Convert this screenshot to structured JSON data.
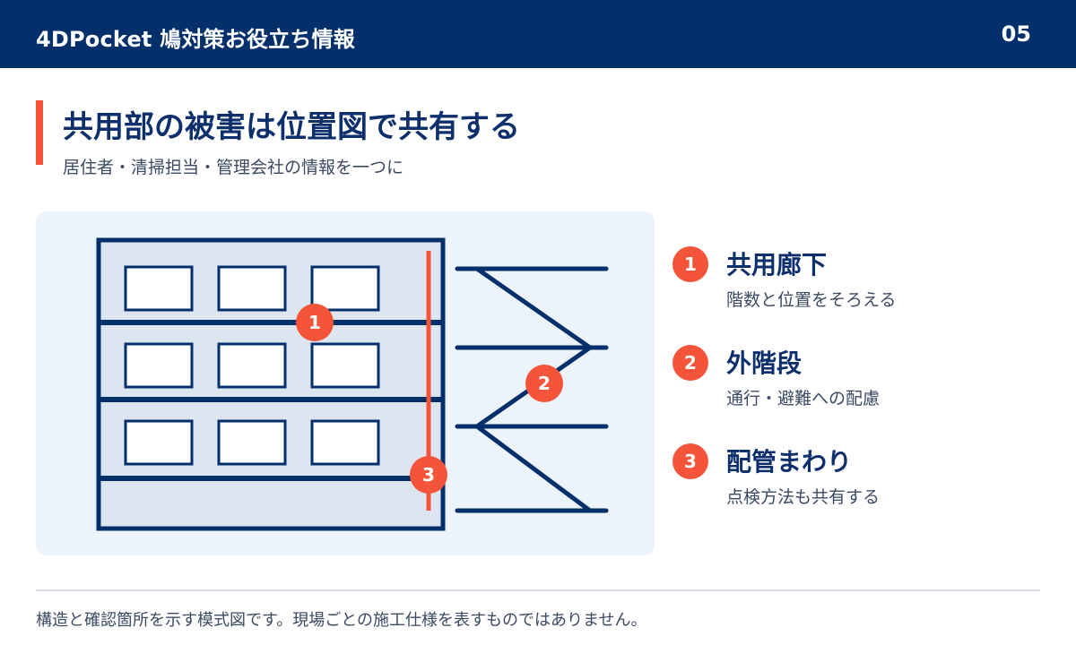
{
  "header": {
    "brand": "4DPocket 鳩対策お役立ち情報",
    "page_number": "05"
  },
  "title": "共用部の被害は位置図で共有する",
  "subtitle": "居住者・清掃担当・管理会社の情報を一つに",
  "diagram": {
    "markers": [
      {
        "label": "1"
      },
      {
        "label": "2"
      },
      {
        "label": "3"
      }
    ]
  },
  "legend": [
    {
      "number": "1",
      "title": "共用廊下",
      "desc": "階数と位置をそろえる"
    },
    {
      "number": "2",
      "title": "外階段",
      "desc": "通行・避難への配慮"
    },
    {
      "number": "3",
      "title": "配管まわり",
      "desc": "点検方法も共有する"
    }
  ],
  "footer": {
    "note": "構造と確認箇所を示す模式図です。現場ごとの施工仕様を表すものではありません。"
  },
  "colors": {
    "navy": "#03306b",
    "accent": "#f4553a",
    "panel": "#edf3fa",
    "building_fill": "#dde6f0"
  }
}
